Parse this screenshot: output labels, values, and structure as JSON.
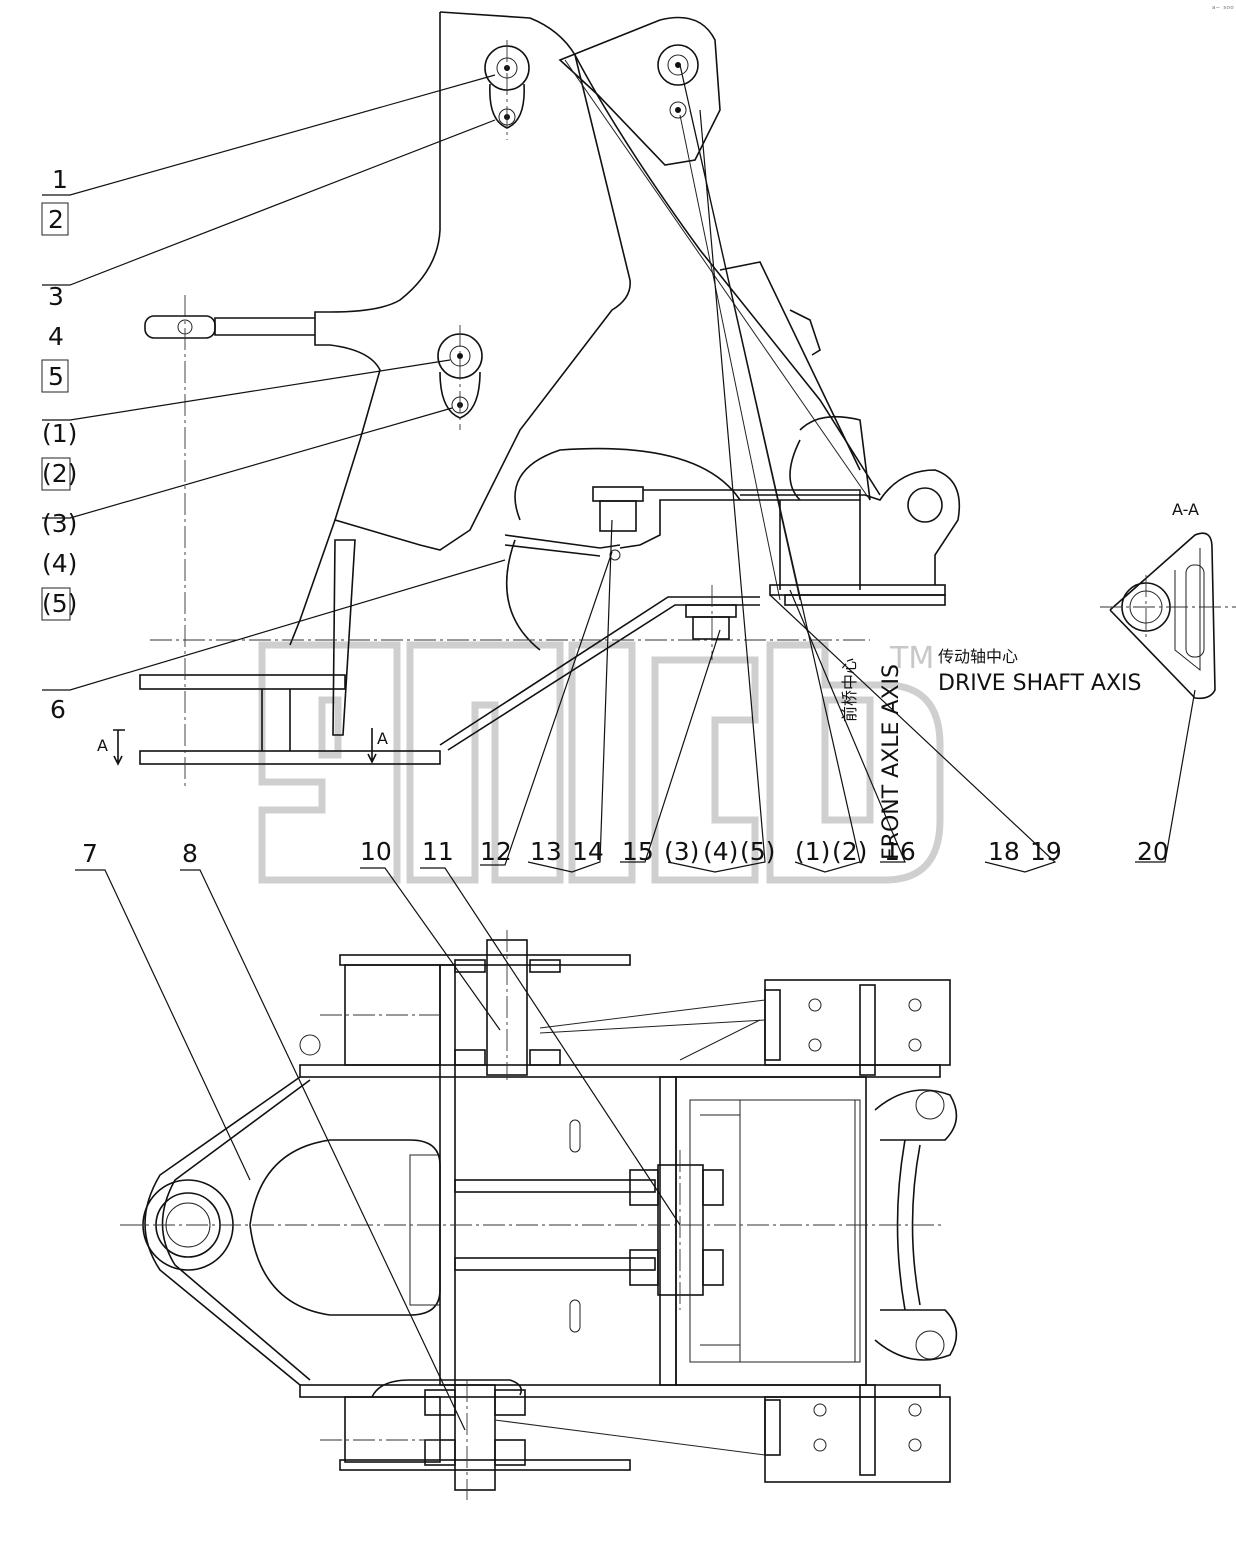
{
  "corner_mark": "ᵃ⁻ ˢᵒᵒ",
  "section_title": "A-A",
  "section_marker": "A",
  "watermark": {
    "text": "TM"
  },
  "axes": {
    "front_axle_cn": "前桥中心",
    "front_axle_en": "FRONT AXLE AXIS",
    "drive_shaft_cn": "传动轴中心",
    "drive_shaft_en": "DRIVE SHAFT AXIS"
  },
  "callouts": {
    "c1": "1",
    "c2": "2",
    "c3": "3",
    "c4": "4",
    "c5": "5",
    "p1": "(1)",
    "p2": "(2)",
    "p3": "(3)",
    "p4": "(4)",
    "p5": "(5)",
    "c6": "6",
    "c7": "7",
    "c8": "8",
    "c10": "10",
    "c11": "11",
    "c12": "12",
    "c13": "13",
    "c14": "14",
    "c15": "15",
    "b3": "(3)",
    "b4": "(4)",
    "b5": "(5)",
    "b1": "(1)",
    "b2": "(2)",
    "c16": "16",
    "c18": "18",
    "c19": "19",
    "c20": "20"
  }
}
